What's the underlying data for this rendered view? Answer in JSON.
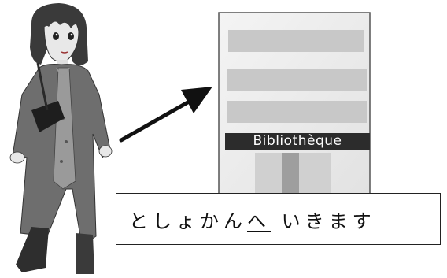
{
  "library_sign": "Bibliothèque",
  "caption": {
    "before": "としょかん",
    "particle": "へ",
    "after": " いきます"
  },
  "colors": {
    "building_wall": "#ebebeb",
    "window_band": "#c8c8c8",
    "sign_bg": "#2c2c2c",
    "coat": "#6e6e6e",
    "outline": "#222222"
  },
  "icons": {
    "woman": "woman-walking-illustration",
    "arrow": "arrow-up-right",
    "library": "library-building-illustration"
  }
}
